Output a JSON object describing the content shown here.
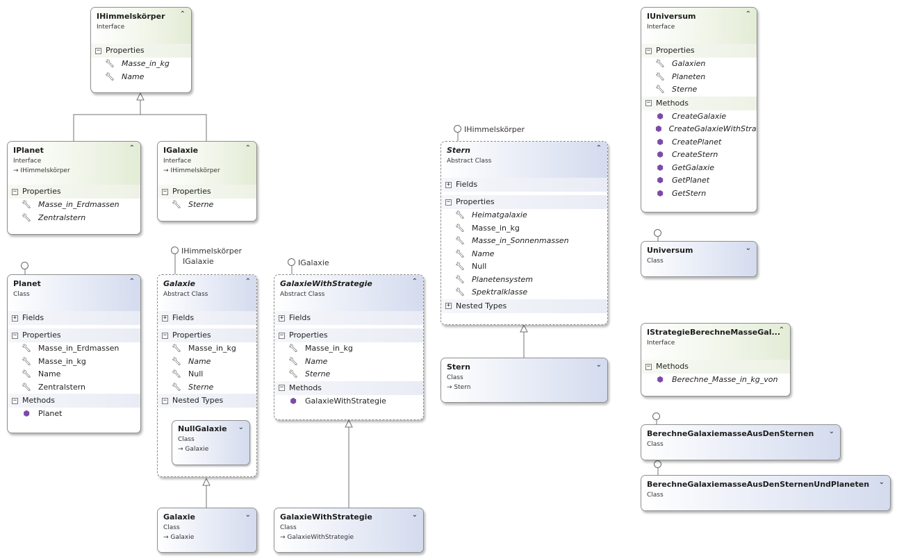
{
  "diagram": {
    "boxes": {
      "ihimmel": {
        "name": "IHimmelskörper",
        "kind": "Interface",
        "sections": {
          "props": "Properties"
        },
        "members": {
          "m1": "Masse_in_kg",
          "m2": "Name"
        }
      },
      "iplanet": {
        "name": "IPlanet",
        "kind": "Interface",
        "base": "IHimmelskörper",
        "sections": {
          "props": "Properties"
        },
        "members": {
          "m1": "Masse_in_Erdmassen",
          "m2": "Zentralstern"
        }
      },
      "igalaxie": {
        "name": "IGalaxie",
        "kind": "Interface",
        "base": "IHimmelskörper",
        "sections": {
          "props": "Properties"
        },
        "members": {
          "m1": "Sterne"
        }
      },
      "planet": {
        "name": "Planet",
        "kind": "Class",
        "sections": {
          "fields": "Fields",
          "props": "Properties",
          "methods": "Methods"
        },
        "members": {
          "p1": "Masse_in_Erdmassen",
          "p2": "Masse_in_kg",
          "p3": "Name",
          "p4": "Zentralstern",
          "x1": "Planet"
        }
      },
      "galaxieAbs": {
        "name": "Galaxie",
        "kind": "Abstract Class",
        "sections": {
          "fields": "Fields",
          "props": "Properties",
          "nested": "Nested Types"
        },
        "members": {
          "p1": "Masse_in_kg",
          "p2": "Name",
          "p3": "Null",
          "p4": "Sterne"
        }
      },
      "nullGalaxie": {
        "name": "NullGalaxie",
        "kind": "Class",
        "base": "Galaxie"
      },
      "galaxieWS": {
        "name": "GalaxieWithStrategie",
        "kind": "Abstract Class",
        "sections": {
          "fields": "Fields",
          "props": "Properties",
          "methods": "Methods"
        },
        "members": {
          "p1": "Masse_in_kg",
          "p2": "Name",
          "p3": "Sterne",
          "x1": "GalaxieWithStrategie"
        }
      },
      "stern": {
        "name": "Stern",
        "kind": "Abstract Class",
        "sections": {
          "fields": "Fields",
          "props": "Properties",
          "nested": "Nested Types"
        },
        "members": {
          "p1": "Heimatgalaxie",
          "p2": "Masse_in_kg",
          "p3": "Masse_in_Sonnenmassen",
          "p4": "Name",
          "p5": "Null",
          "p6": "Planetensystem",
          "p7": "Spektralklasse"
        }
      },
      "sternCls": {
        "name": "Stern",
        "kind": "Class",
        "base": "Stern"
      },
      "galaxieCls": {
        "name": "Galaxie",
        "kind": "Class",
        "base": "Galaxie"
      },
      "galaxieWSCls": {
        "name": "GalaxieWithStrategie",
        "kind": "Class",
        "base": "GalaxieWithStrategie"
      },
      "iuniversum": {
        "name": "IUniversum",
        "kind": "Interface",
        "sections": {
          "props": "Properties",
          "methods": "Methods"
        },
        "members": {
          "p1": "Galaxien",
          "p2": "Planeten",
          "p3": "Sterne",
          "x1": "CreateGalaxie",
          "x2": "CreateGalaxieWithStra...",
          "x3": "CreatePlanet",
          "x4": "CreateStern",
          "x5": "GetGalaxie",
          "x6": "GetPlanet",
          "x7": "GetStern"
        }
      },
      "universum": {
        "name": "Universum",
        "kind": "Class"
      },
      "istrategie": {
        "name": "IStrategieBerechneMasseGal...",
        "kind": "Interface",
        "sections": {
          "methods": "Methods"
        },
        "members": {
          "x1": "Berechne_Masse_in_kg_von"
        }
      },
      "berechne1": {
        "name": "BerechneGalaxiemasseAusDenSternen",
        "kind": "Class"
      },
      "berechne2": {
        "name": "BerechneGalaxiemasseAusDenSternenUndPlaneten",
        "kind": "Class"
      }
    },
    "lollipops": {
      "planet": "",
      "galaxie1": "IHimmelskörper",
      "galaxie2": "IGalaxie",
      "galaxieWS": "IGalaxie",
      "stern": "IHimmelskörper",
      "universum": "",
      "berechne1": "",
      "berechne2": ""
    },
    "icons": {
      "property": "wrench-icon",
      "method": "method-cube-icon",
      "constructor": "constructor-icon",
      "expand": "chevron-up-icon",
      "collapse": "chevron-down-icon",
      "base": "arrow-right-icon",
      "lollipop": "interface-lollipop-icon"
    },
    "colors": {
      "interface_header": "#e3ecd6",
      "class_header": "#d4dbee",
      "border": "#8e8e8e",
      "method_icon": "#7c4aa8"
    }
  }
}
